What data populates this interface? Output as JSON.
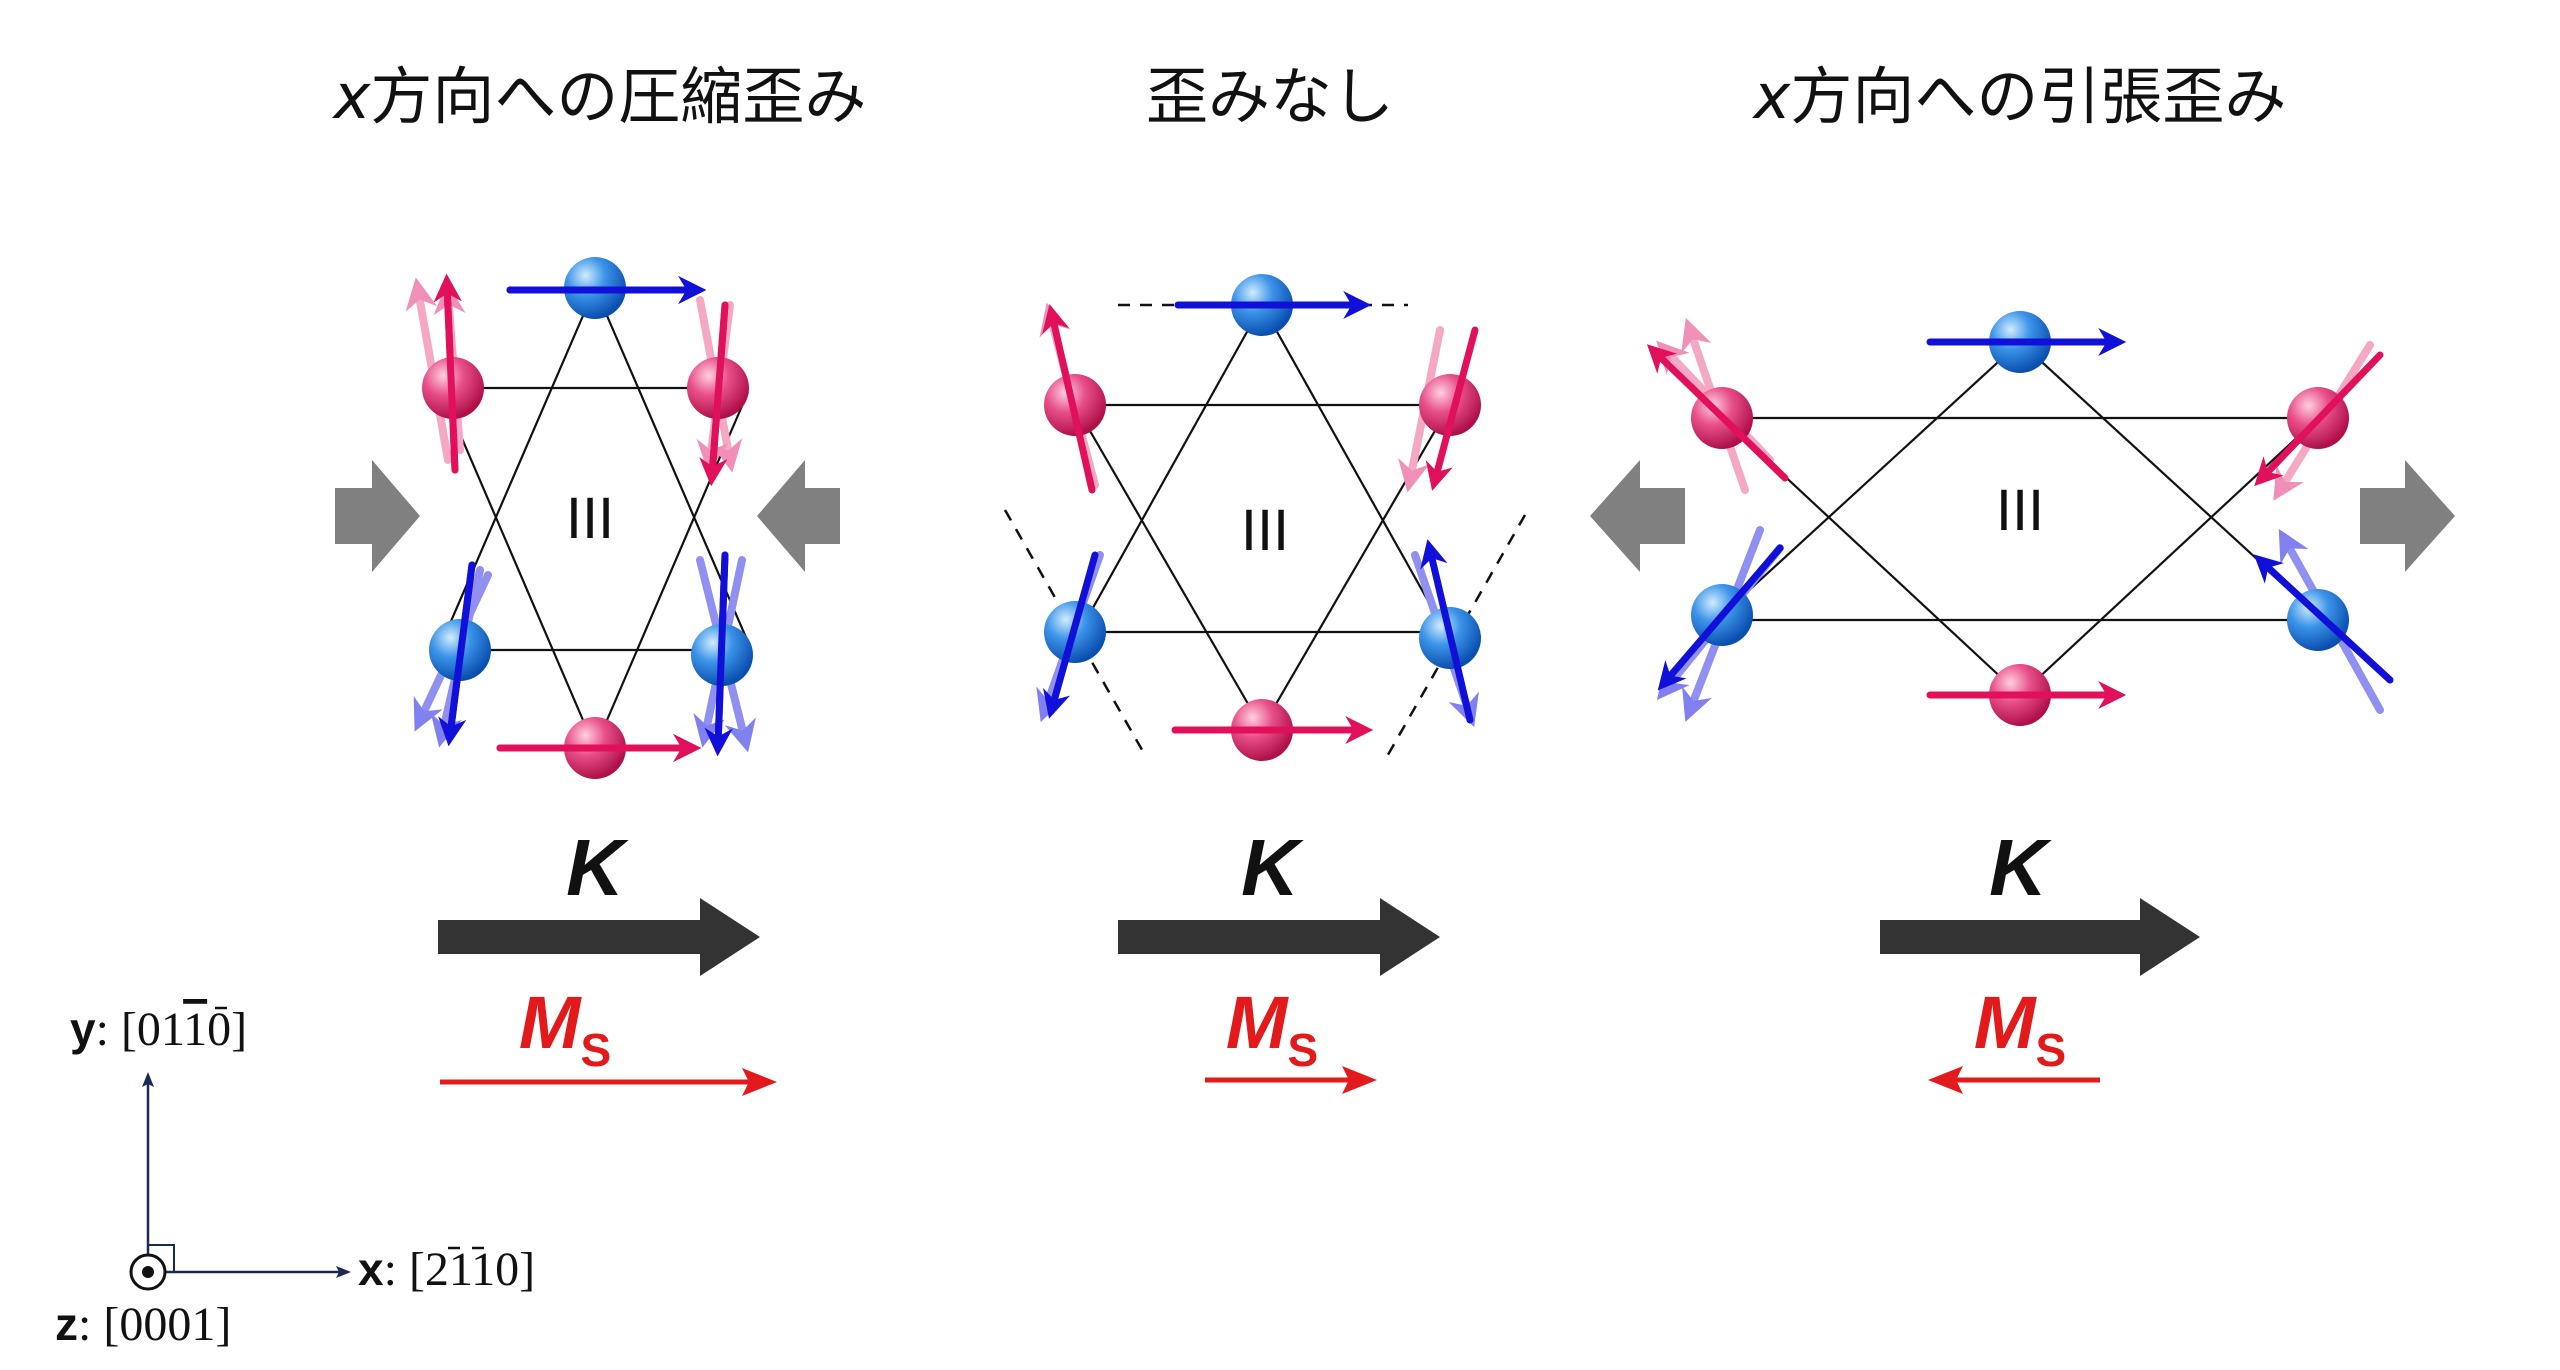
{
  "panels": [
    {
      "id": "compressive",
      "title_var": "x",
      "title_text": "方向への圧縮歪み",
      "roman": "III",
      "k_label": "K",
      "ms_label": "M",
      "ms_sub": "S",
      "ms_direction": "right",
      "strain_arrows": "inward"
    },
    {
      "id": "none",
      "title_var": "",
      "title_text": "歪みなし",
      "roman": "III",
      "k_label": "K",
      "ms_label": "M",
      "ms_sub": "S",
      "ms_direction": "right",
      "strain_arrows": "none"
    },
    {
      "id": "tensile",
      "title_var": "x",
      "title_text": "方向への引張歪み",
      "roman": "III",
      "k_label": "K",
      "ms_label": "M",
      "ms_sub": "S",
      "ms_direction": "left",
      "strain_arrows": "outward"
    }
  ],
  "axes": {
    "y_name": "y",
    "y_index": "[01",
    "y_bar": "1",
    "y_end": "0]",
    "x_name": "x",
    "x_index": "[2",
    "x_bar1": "1",
    "x_bar2": "1",
    "x_end": "0]",
    "z_name": "z",
    "z_index": "[0001]"
  },
  "colors": {
    "pink_atom": "#e0306e",
    "blue_atom": "#2b7fe0",
    "blue_arrow": "#1010d8",
    "pink_arrow": "#e0105a",
    "ms_arrow": "#e31a1c",
    "k_arrow": "#333333",
    "strain_arrow": "#808080"
  }
}
